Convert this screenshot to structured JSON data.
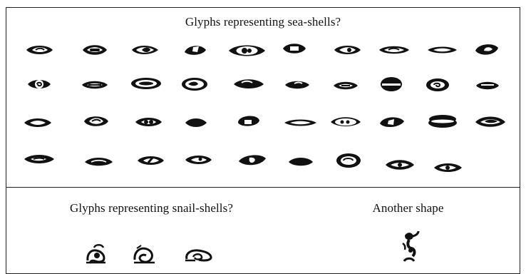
{
  "panels": {
    "seashells": {
      "title": "Glyphs representing sea-shells?"
    },
    "snailshells": {
      "title": "Glyphs representing snail-shells?"
    },
    "another": {
      "title": "Another shape"
    }
  },
  "glyphs": {
    "seashells": [
      {
        "name": "sea-shell-glyph-1",
        "variant": "eye-dark-band"
      },
      {
        "name": "sea-shell-glyph-2",
        "variant": "eye-bar"
      },
      {
        "name": "sea-shell-glyph-3",
        "variant": "eye-lobe"
      },
      {
        "name": "sea-shell-glyph-4",
        "variant": "eye-mark"
      },
      {
        "name": "sea-shell-glyph-5",
        "variant": "eye-double-oval"
      },
      {
        "name": "sea-shell-glyph-6",
        "variant": "eye-solid-bar"
      },
      {
        "name": "sea-shell-glyph-7",
        "variant": "eye-dot"
      },
      {
        "name": "sea-shell-glyph-8",
        "variant": "eye-wave"
      },
      {
        "name": "sea-shell-glyph-9",
        "variant": "eye-thin"
      },
      {
        "name": "sea-shell-glyph-10",
        "variant": "eye-loop"
      },
      {
        "name": "sea-shell-glyph-11",
        "variant": "eye-circle"
      },
      {
        "name": "sea-shell-glyph-12",
        "variant": "eye-dash"
      },
      {
        "name": "sea-shell-glyph-13",
        "variant": "eye-oval"
      },
      {
        "name": "sea-shell-glyph-14",
        "variant": "eye-swirl"
      },
      {
        "name": "sea-shell-glyph-15",
        "variant": "eye-dark"
      },
      {
        "name": "sea-shell-glyph-16",
        "variant": "eye-shell"
      },
      {
        "name": "sea-shell-glyph-17",
        "variant": "eye-dash"
      },
      {
        "name": "sea-shell-glyph-18",
        "variant": "eye-lid"
      },
      {
        "name": "sea-shell-glyph-19",
        "variant": "eye-swirl"
      },
      {
        "name": "sea-shell-glyph-20",
        "variant": "eye-solid-bar"
      },
      {
        "name": "sea-shell-glyph-21",
        "variant": "eye-slit"
      },
      {
        "name": "sea-shell-glyph-22",
        "variant": "eye-dark-band"
      },
      {
        "name": "sea-shell-glyph-23",
        "variant": "eye-dot"
      },
      {
        "name": "sea-shell-glyph-24",
        "variant": "eye-solid"
      },
      {
        "name": "sea-shell-glyph-25",
        "variant": "eye-double-oval"
      },
      {
        "name": "sea-shell-glyph-26",
        "variant": "eye-thin"
      },
      {
        "name": "sea-shell-glyph-27",
        "variant": "eye-double"
      },
      {
        "name": "sea-shell-glyph-28",
        "variant": "eye-mark"
      },
      {
        "name": "sea-shell-glyph-29",
        "variant": "eye-disc"
      },
      {
        "name": "sea-shell-glyph-30",
        "variant": "eye-bar"
      },
      {
        "name": "sea-shell-glyph-31",
        "variant": "eye-dark"
      },
      {
        "name": "sea-shell-glyph-32",
        "variant": "eye-lobe"
      },
      {
        "name": "sea-shell-glyph-33",
        "variant": "eye-slit"
      },
      {
        "name": "sea-shell-glyph-34",
        "variant": "eye-wave"
      },
      {
        "name": "sea-shell-glyph-35",
        "variant": "eye-double-oval"
      },
      {
        "name": "sea-shell-glyph-36",
        "variant": "eye-solid-bar"
      },
      {
        "name": "sea-shell-glyph-37",
        "variant": "eye-loop"
      },
      {
        "name": "sea-shell-glyph-38",
        "variant": "eye-shell"
      },
      {
        "name": "sea-shell-glyph-39",
        "variant": "eye-dot"
      }
    ],
    "snailshells": [
      {
        "name": "snail-shell-glyph-1",
        "variant": "snail-a"
      },
      {
        "name": "snail-shell-glyph-2",
        "variant": "snail-b"
      },
      {
        "name": "snail-shell-glyph-3",
        "variant": "snail-c"
      }
    ],
    "another": [
      {
        "name": "another-shape-glyph",
        "variant": "figure"
      }
    ]
  }
}
